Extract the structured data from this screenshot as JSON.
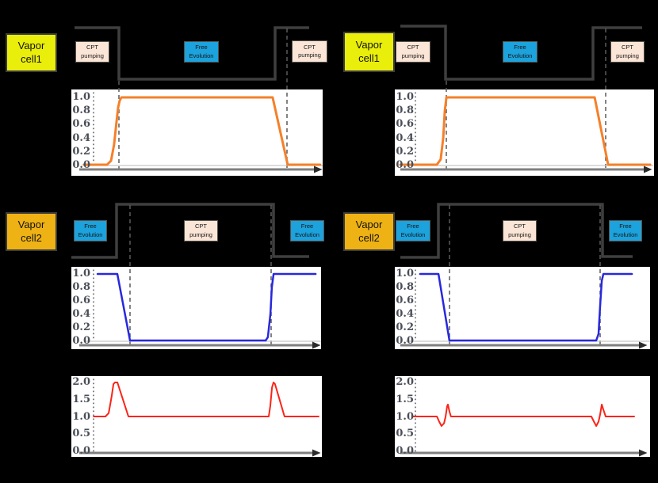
{
  "colors": {
    "background": "#000000",
    "cell1_box": "#E9EE0A",
    "cell2_box": "#EFB214",
    "cpt_box": "#FBE5D6",
    "free_box": "#1CA2DC",
    "pulse_line": "#3F3F3F",
    "dashed_line": "#5A5A5A",
    "axis_line": "#7F7F7F",
    "tick_text": "#4A4E57",
    "orange_trace": "#F5802A",
    "blue_trace": "#2828DE",
    "red_trace": "#FB2417"
  },
  "cells": {
    "cell1": {
      "line1": "Vapor",
      "line2": "cell1"
    },
    "cell2": {
      "line1": "Vapor",
      "line2": "cell2"
    }
  },
  "phases": {
    "cpt": {
      "line1": "CPT",
      "line2": "pumping"
    },
    "free": {
      "line1": "Free",
      "line2": "Evolution"
    }
  },
  "axes": {
    "transmission_ticks": [
      "1.0",
      "0.8",
      "0.6",
      "0.4",
      "0.2",
      "0.0"
    ],
    "signal_ticks": [
      "2.0",
      "1.5",
      "1.0",
      "0.5",
      "0.0"
    ]
  },
  "chart_data": [
    {
      "id": "cell1-transmission-left",
      "type": "line",
      "color": "#F5802A",
      "ylim": [
        0,
        1
      ],
      "x": [
        5,
        14.2,
        15.8,
        17,
        18,
        18.6,
        19.2,
        19.9,
        80.1,
        86.1,
        99
      ],
      "y": [
        0,
        0,
        0.06,
        0.3,
        0.65,
        0.85,
        0.95,
        1,
        1,
        0,
        0
      ]
    },
    {
      "id": "cell1-transmission-right",
      "type": "line",
      "color": "#F5802A",
      "ylim": [
        0,
        1
      ],
      "x": [
        2.1,
        16.2,
        17.7,
        18.7,
        19.3,
        19.9,
        77.1,
        82.3,
        98.5
      ],
      "y": [
        0,
        0,
        0.08,
        0.4,
        0.8,
        1,
        1,
        0,
        0
      ]
    },
    {
      "id": "cell2-transmission-left",
      "type": "line",
      "color": "#2828DE",
      "ylim": [
        0,
        1
      ],
      "x": [
        10.5,
        18.4,
        23.5,
        77.8,
        78.7,
        79.7,
        80.3,
        81,
        97.8
      ],
      "y": [
        1,
        1,
        0,
        0,
        0.05,
        0.4,
        0.8,
        1,
        1
      ]
    },
    {
      "id": "cell2-transmission-right",
      "type": "line",
      "color": "#2828DE",
      "ylim": [
        0,
        1
      ],
      "x": [
        9.9,
        17.1,
        21.4,
        78.9,
        79.8,
        80.4,
        81.1,
        81.7,
        92.9
      ],
      "y": [
        1,
        1,
        0,
        0,
        0.1,
        0.5,
        0.9,
        1,
        1
      ]
    },
    {
      "id": "signal-left",
      "type": "line",
      "color": "#FB2417",
      "ylim": [
        0,
        2
      ],
      "x": [
        8.9,
        13.6,
        14.9,
        16.1,
        16.8,
        17.4,
        18.4,
        22.8,
        78.8,
        79.4,
        80.1,
        80.7,
        81.3,
        85.1,
        98.7
      ],
      "y": [
        1,
        1,
        1.1,
        1.6,
        1.95,
        2,
        2,
        1,
        1,
        1.3,
        1.85,
        2,
        1.95,
        1,
        1
      ]
    },
    {
      "id": "signal-right",
      "type": "line",
      "color": "#FB2417",
      "ylim": [
        0,
        2
      ],
      "x": [
        6.8,
        16.5,
        17.4,
        18.3,
        19.3,
        19.9,
        20.5,
        20.8,
        21.4,
        22,
        77,
        78,
        78.9,
        79.8,
        80.4,
        81.1,
        81.7,
        82.6,
        93.8
      ],
      "y": [
        1,
        1,
        0.85,
        0.72,
        0.8,
        1,
        1.3,
        1.35,
        1.15,
        1,
        1,
        0.85,
        0.72,
        0.85,
        1.05,
        1.35,
        1.2,
        1,
        1
      ]
    }
  ]
}
